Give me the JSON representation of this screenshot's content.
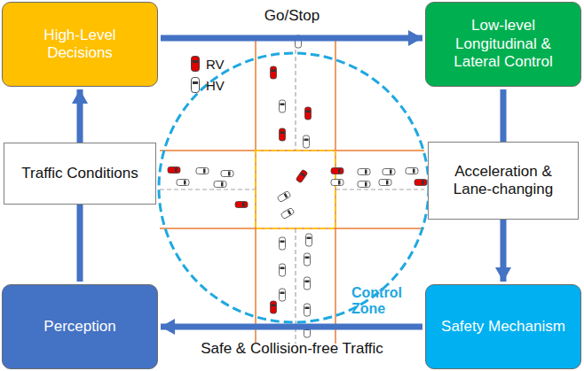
{
  "diagram": {
    "nodes": [
      {
        "text": [
          "High-Level Decisions"
        ]
      },
      {
        "text": [
          "Low-level Longitudinal & Lateral Control"
        ]
      },
      {
        "text": [
          "Safety Mechanism"
        ]
      },
      {
        "text": [
          "Perception"
        ]
      }
    ],
    "edges": [
      {
        "from": 0,
        "to": 1,
        "label": "Go/Stop",
        "arrow": "to"
      },
      {
        "from": 1,
        "to": 2,
        "label": "Acceleration & Lane-changing",
        "arrow": "to"
      },
      {
        "from": 2,
        "to": 3,
        "label": "Safe & Collision-free Traffic",
        "arrow": "to"
      },
      {
        "from": 3,
        "to": 0,
        "label": "Traffic Conditions",
        "arrow": "to"
      }
    ],
    "labels": [
      "Control Zone"
    ],
    "legend": [
      {
        "text": "RV"
      },
      {
        "text": "HV"
      }
    ]
  }
}
